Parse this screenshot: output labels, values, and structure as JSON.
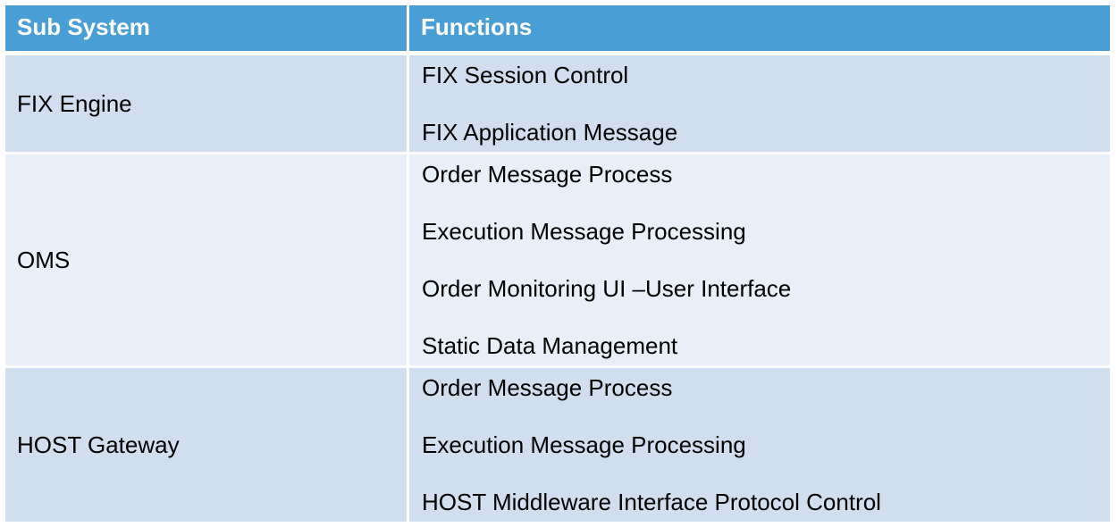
{
  "table": {
    "headers": [
      "Sub System",
      "Functions"
    ],
    "rows": [
      {
        "subsystem": "FIX Engine",
        "functions": [
          "FIX Session Control",
          "FIX Application Message"
        ]
      },
      {
        "subsystem": "OMS",
        "functions": [
          "Order Message Process",
          "Execution Message Processing",
          "Order Monitoring UI –User Interface",
          "Static Data Management"
        ]
      },
      {
        "subsystem": "HOST Gateway",
        "functions": [
          "Order Message Process",
          "Execution Message Processing",
          "HOST Middleware Interface Protocol Control"
        ]
      }
    ]
  },
  "colors": {
    "header_bg": "#4a9ed6",
    "row_dark": "#d0deef",
    "row_light": "#e8eff8"
  }
}
